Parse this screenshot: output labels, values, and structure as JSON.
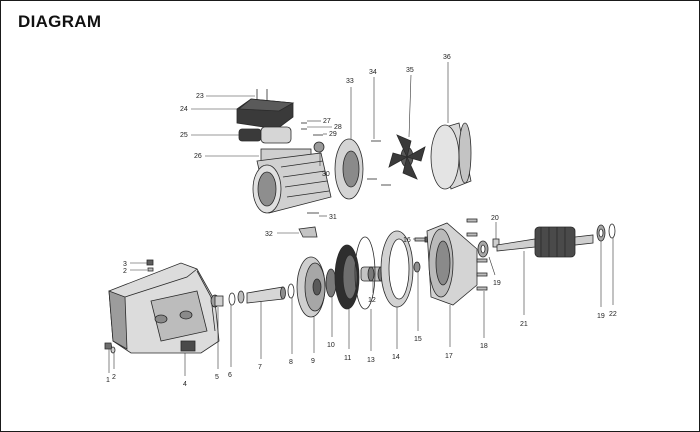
{
  "title": "DIAGRAM",
  "colors": {
    "ink": "#1a1a1a",
    "part_light": "#d9d9d9",
    "part_mid": "#9a9a9a",
    "part_dark": "#3a3a3a"
  },
  "parts": [
    {
      "id": "p1",
      "label": "1"
    },
    {
      "id": "p2",
      "label": "2"
    },
    {
      "id": "p3",
      "label": "3"
    },
    {
      "id": "p2b",
      "label": "2"
    },
    {
      "id": "p4",
      "label": "4"
    },
    {
      "id": "p5",
      "label": "5"
    },
    {
      "id": "p6",
      "label": "6"
    },
    {
      "id": "p7",
      "label": "7"
    },
    {
      "id": "p8",
      "label": "8"
    },
    {
      "id": "p9",
      "label": "9"
    },
    {
      "id": "p10",
      "label": "10"
    },
    {
      "id": "p11",
      "label": "11"
    },
    {
      "id": "p12",
      "label": "12"
    },
    {
      "id": "p13",
      "label": "13"
    },
    {
      "id": "p14",
      "label": "14"
    },
    {
      "id": "p15",
      "label": "15"
    },
    {
      "id": "p16",
      "label": "16"
    },
    {
      "id": "p17",
      "label": "17"
    },
    {
      "id": "p18",
      "label": "18"
    },
    {
      "id": "p19a",
      "label": "19"
    },
    {
      "id": "p19b",
      "label": "19"
    },
    {
      "id": "p20",
      "label": "20"
    },
    {
      "id": "p21",
      "label": "21"
    },
    {
      "id": "p22",
      "label": "22"
    },
    {
      "id": "p23",
      "label": "23"
    },
    {
      "id": "p24",
      "label": "24"
    },
    {
      "id": "p25",
      "label": "25"
    },
    {
      "id": "p26",
      "label": "26"
    },
    {
      "id": "p27",
      "label": "27"
    },
    {
      "id": "p28",
      "label": "28"
    },
    {
      "id": "p29",
      "label": "29"
    },
    {
      "id": "p30",
      "label": "30"
    },
    {
      "id": "p31",
      "label": "31"
    },
    {
      "id": "p32",
      "label": "32"
    },
    {
      "id": "p33",
      "label": "33"
    },
    {
      "id": "p34",
      "label": "34"
    },
    {
      "id": "p35",
      "label": "35"
    },
    {
      "id": "p36",
      "label": "36"
    }
  ]
}
